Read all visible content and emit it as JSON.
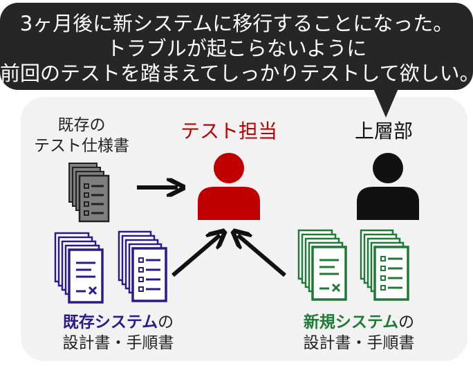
{
  "bubble": {
    "lines": [
      "3ヶ月後に新システムに移行することになった。",
      "トラブルが起こらないように",
      "前回のテストを踏まえてしっかりテストして欲しい。"
    ]
  },
  "existing_spec": {
    "line1": "既存の",
    "line2": "テスト仕様書"
  },
  "tester": {
    "label": "テスト担当"
  },
  "boss": {
    "label": "上層部"
  },
  "old_system": {
    "highlight": "既存システム",
    "suffix": "の",
    "line2": "設計書・手順書"
  },
  "new_system": {
    "highlight": "新規システム",
    "suffix": "の",
    "line2": "設計書・手順書"
  },
  "colors": {
    "bubble": "#262626",
    "panel": "#f2f2f2",
    "tester": "#c00000",
    "boss": "#111111",
    "old_docs": "#2a1a8a",
    "new_docs": "#1e7a34",
    "spec_docs": "#7f7f7f"
  },
  "icons": [
    "speech-bubble",
    "document-stack-icon",
    "person-icon",
    "arrow-icon"
  ]
}
